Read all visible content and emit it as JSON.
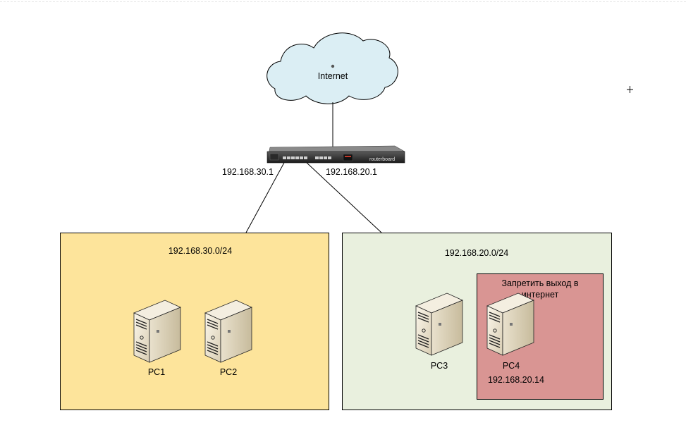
{
  "internet": {
    "label": "Internet",
    "color": "#dbeef4"
  },
  "router": {
    "port_left_ip": "192.168.30.1",
    "port_right_ip": "192.168.20.1",
    "brand_text": "routerboard"
  },
  "zones": {
    "subnet_30": {
      "cidr": "192.168.30.0/24",
      "color": "#fde49b"
    },
    "subnet_20": {
      "cidr": "192.168.20.0/24",
      "color": "#e9f0de"
    },
    "blocked": {
      "note": "Запретить выход в интернет",
      "color": "#d99593"
    }
  },
  "hosts": {
    "pc1": {
      "name": "PC1"
    },
    "pc2": {
      "name": "PC2"
    },
    "pc3": {
      "name": "PC3"
    },
    "pc4": {
      "name": "PC4",
      "ip": "192.168.20.14"
    }
  }
}
